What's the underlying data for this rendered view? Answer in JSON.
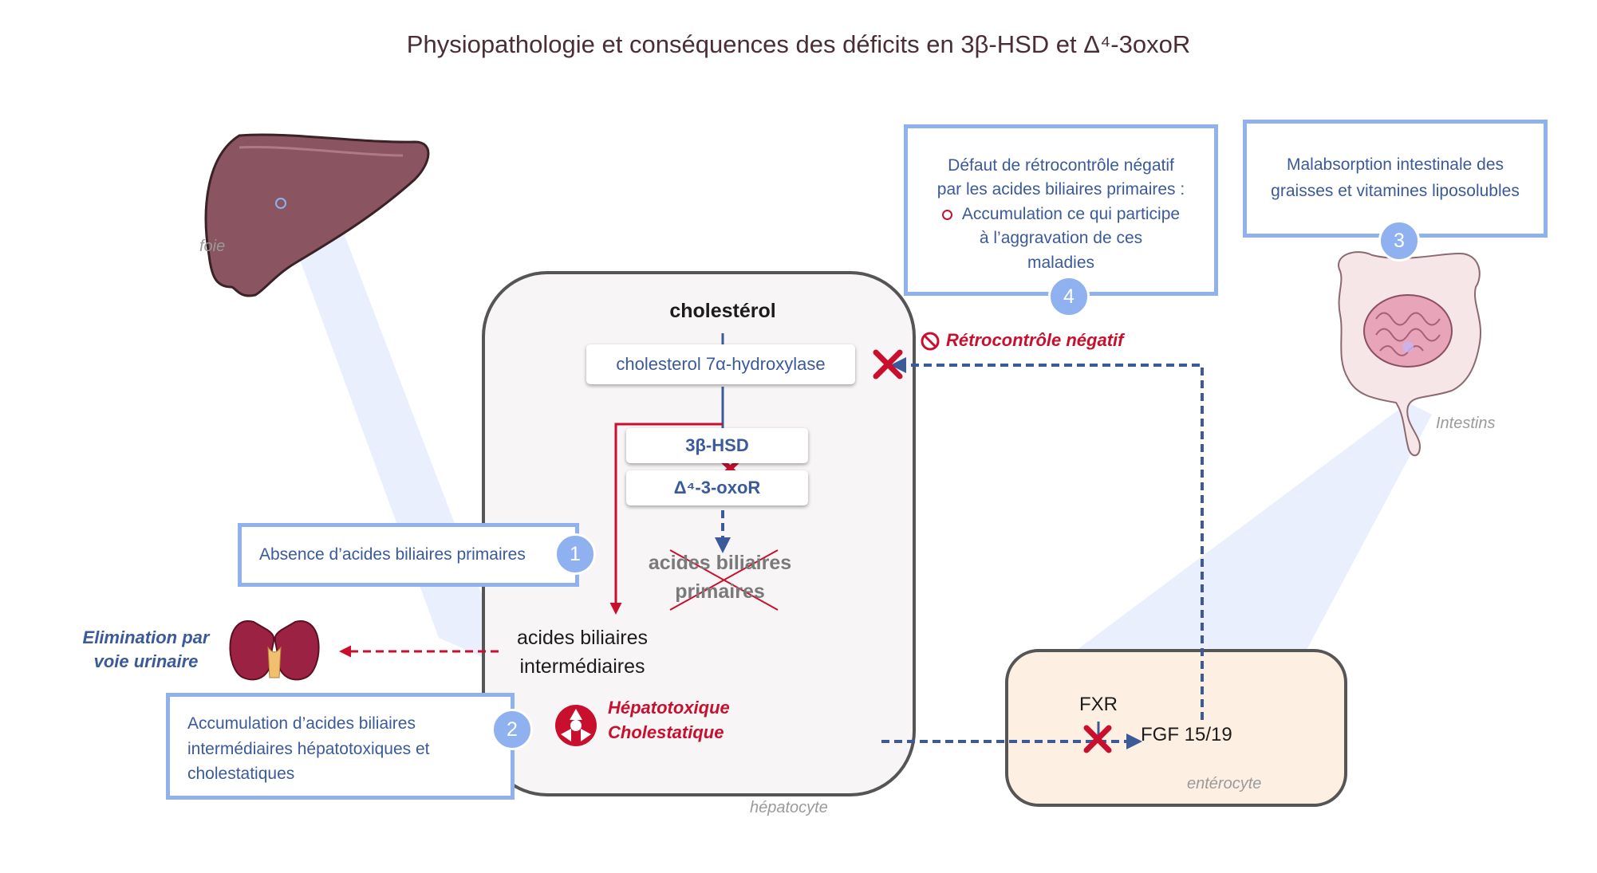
{
  "title": "Physiopathologie et conséquences des déficits en 3β-HSD et Δ⁴-3oxoR",
  "organs": {
    "liver_label": "foie",
    "intestine_label": "Intestins"
  },
  "hepatocyte": {
    "label": "hépatocyte",
    "cholesterol": "cholestérol",
    "enzyme_7a": "cholesterol 7α-hydroxylase",
    "enzyme_3bhsd": "3β-HSD",
    "enzyme_oxor": "Δ⁴-3-oxoR",
    "primary_acids": "acides biliaires primaires",
    "intermediate_acids": "acides biliaires intermédiaires",
    "toxicity_line1": "Hépatotoxique",
    "toxicity_line2": "Cholestatique"
  },
  "enterocyte": {
    "label": "entérocyte",
    "fxr": "FXR",
    "fgf": "FGF 15/19"
  },
  "feedback_label": "Rétrocontrôle négatif",
  "elimination": {
    "line1": "Elimination par",
    "line2": "voie urinaire"
  },
  "boxes": {
    "box1": {
      "number": "1",
      "text": "Absence d’acides biliaires primaires"
    },
    "box2": {
      "number": "2",
      "text": "Accumulation d’acides biliaires intermédiaires hépatotoxiques et cholestatiques"
    },
    "box3": {
      "number": "3",
      "text": "Malabsorption intestinale des graisses et vitamines liposolubles"
    },
    "box4": {
      "number": "4",
      "line1": "Défaut de rétrocontrôle négatif",
      "line2": "par les acides biliaires primaires :",
      "bullet": "Accumulation ce qui participe",
      "line4": "à l’aggravation de ces",
      "line5": "maladies"
    }
  },
  "colors": {
    "accent_blue": "#8fb1f0",
    "text_blue": "#3b5a9a",
    "red": "#c8102e",
    "enterocyte_fill": "#fdf0e3",
    "hepatocyte_fill": "#f7f5f6"
  },
  "icons": [
    "liver-icon",
    "intestine-icon",
    "kidney-icon",
    "biohazard-icon",
    "prohibited-icon",
    "cross-mark-icon"
  ]
}
